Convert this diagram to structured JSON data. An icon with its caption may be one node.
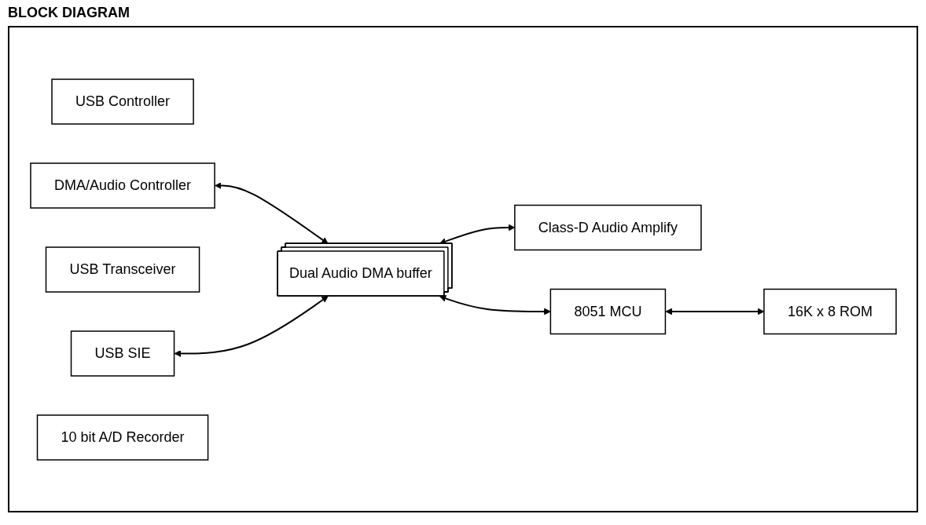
{
  "diagram": {
    "title": "BLOCK DIAGRAM",
    "nodes": [
      {
        "text": [
          "USB Controller"
        ]
      },
      {
        "text": [
          "USB SIE"
        ]
      },
      {
        "text": [
          "USB Transceiver"
        ]
      },
      {
        "text": [
          "DMA/Audio Controller"
        ]
      },
      {
        "text": [
          "10 bit A/D Recorder"
        ]
      },
      {
        "text": [
          "Dual Audio DMA buffer"
        ]
      },
      {
        "text": [
          "Class-D Audio Amplify"
        ]
      },
      {
        "text": [
          "8051 MCU"
        ]
      },
      {
        "text": [
          "16K x 8 ROM"
        ]
      }
    ],
    "edges": [
      {
        "from": 3,
        "to": 5,
        "arrow": "both"
      },
      {
        "from": 1,
        "to": 5,
        "arrow": "both"
      },
      {
        "from": 5,
        "to": 6,
        "arrow": "both"
      },
      {
        "from": 5,
        "to": 7,
        "arrow": "both"
      },
      {
        "from": 7,
        "to": 8,
        "arrow": "both"
      }
    ]
  }
}
